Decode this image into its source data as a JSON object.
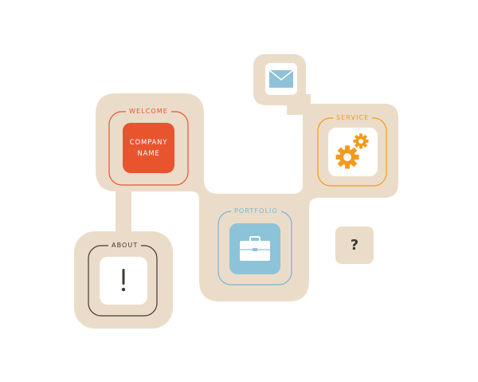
{
  "colors": {
    "beige": "#ebdcc9",
    "welcome_accent": "#e8542e",
    "service_accent": "#f39a1e",
    "portfolio_accent": "#6fb8d4",
    "about_accent": "#3e3a36",
    "mail_icon": "#8fc1d8",
    "white": "#ffffff"
  },
  "welcome": {
    "label": "WELCOME",
    "company_line1": "COMPANY",
    "company_line2": "NAME"
  },
  "service": {
    "label": "SERVICE",
    "icon": "gears-icon"
  },
  "portfolio": {
    "label": "PORTFOLIO",
    "icon": "briefcase-icon"
  },
  "about": {
    "label": "ABOUT",
    "icon": "exclamation-icon"
  },
  "contact": {
    "icon": "envelope-icon"
  },
  "help": {
    "text": "?",
    "icon": "question-icon"
  }
}
